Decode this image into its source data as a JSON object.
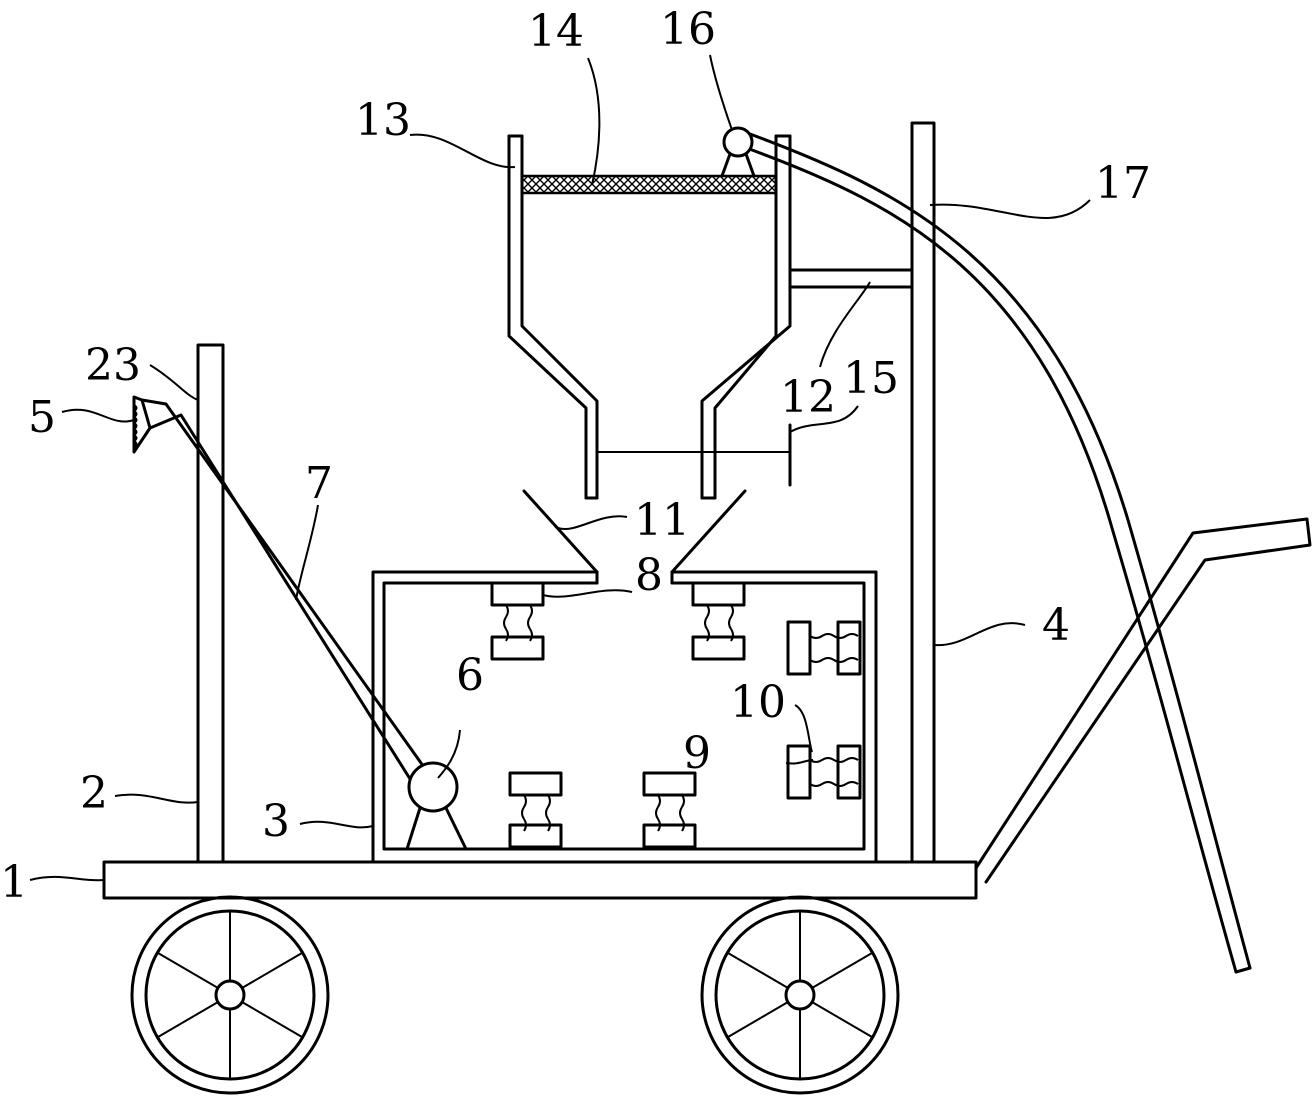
{
  "labels": {
    "l1": "1",
    "l2": "2",
    "l3": "3",
    "l4": "4",
    "l5": "5",
    "l6": "6",
    "l7": "7",
    "l8": "8",
    "l9": "9",
    "l10": "10",
    "l11": "11",
    "l12a": "12",
    "l13": "13",
    "l14": "14",
    "l15": "15",
    "l16": "16",
    "l17": "17",
    "l23": "23"
  }
}
